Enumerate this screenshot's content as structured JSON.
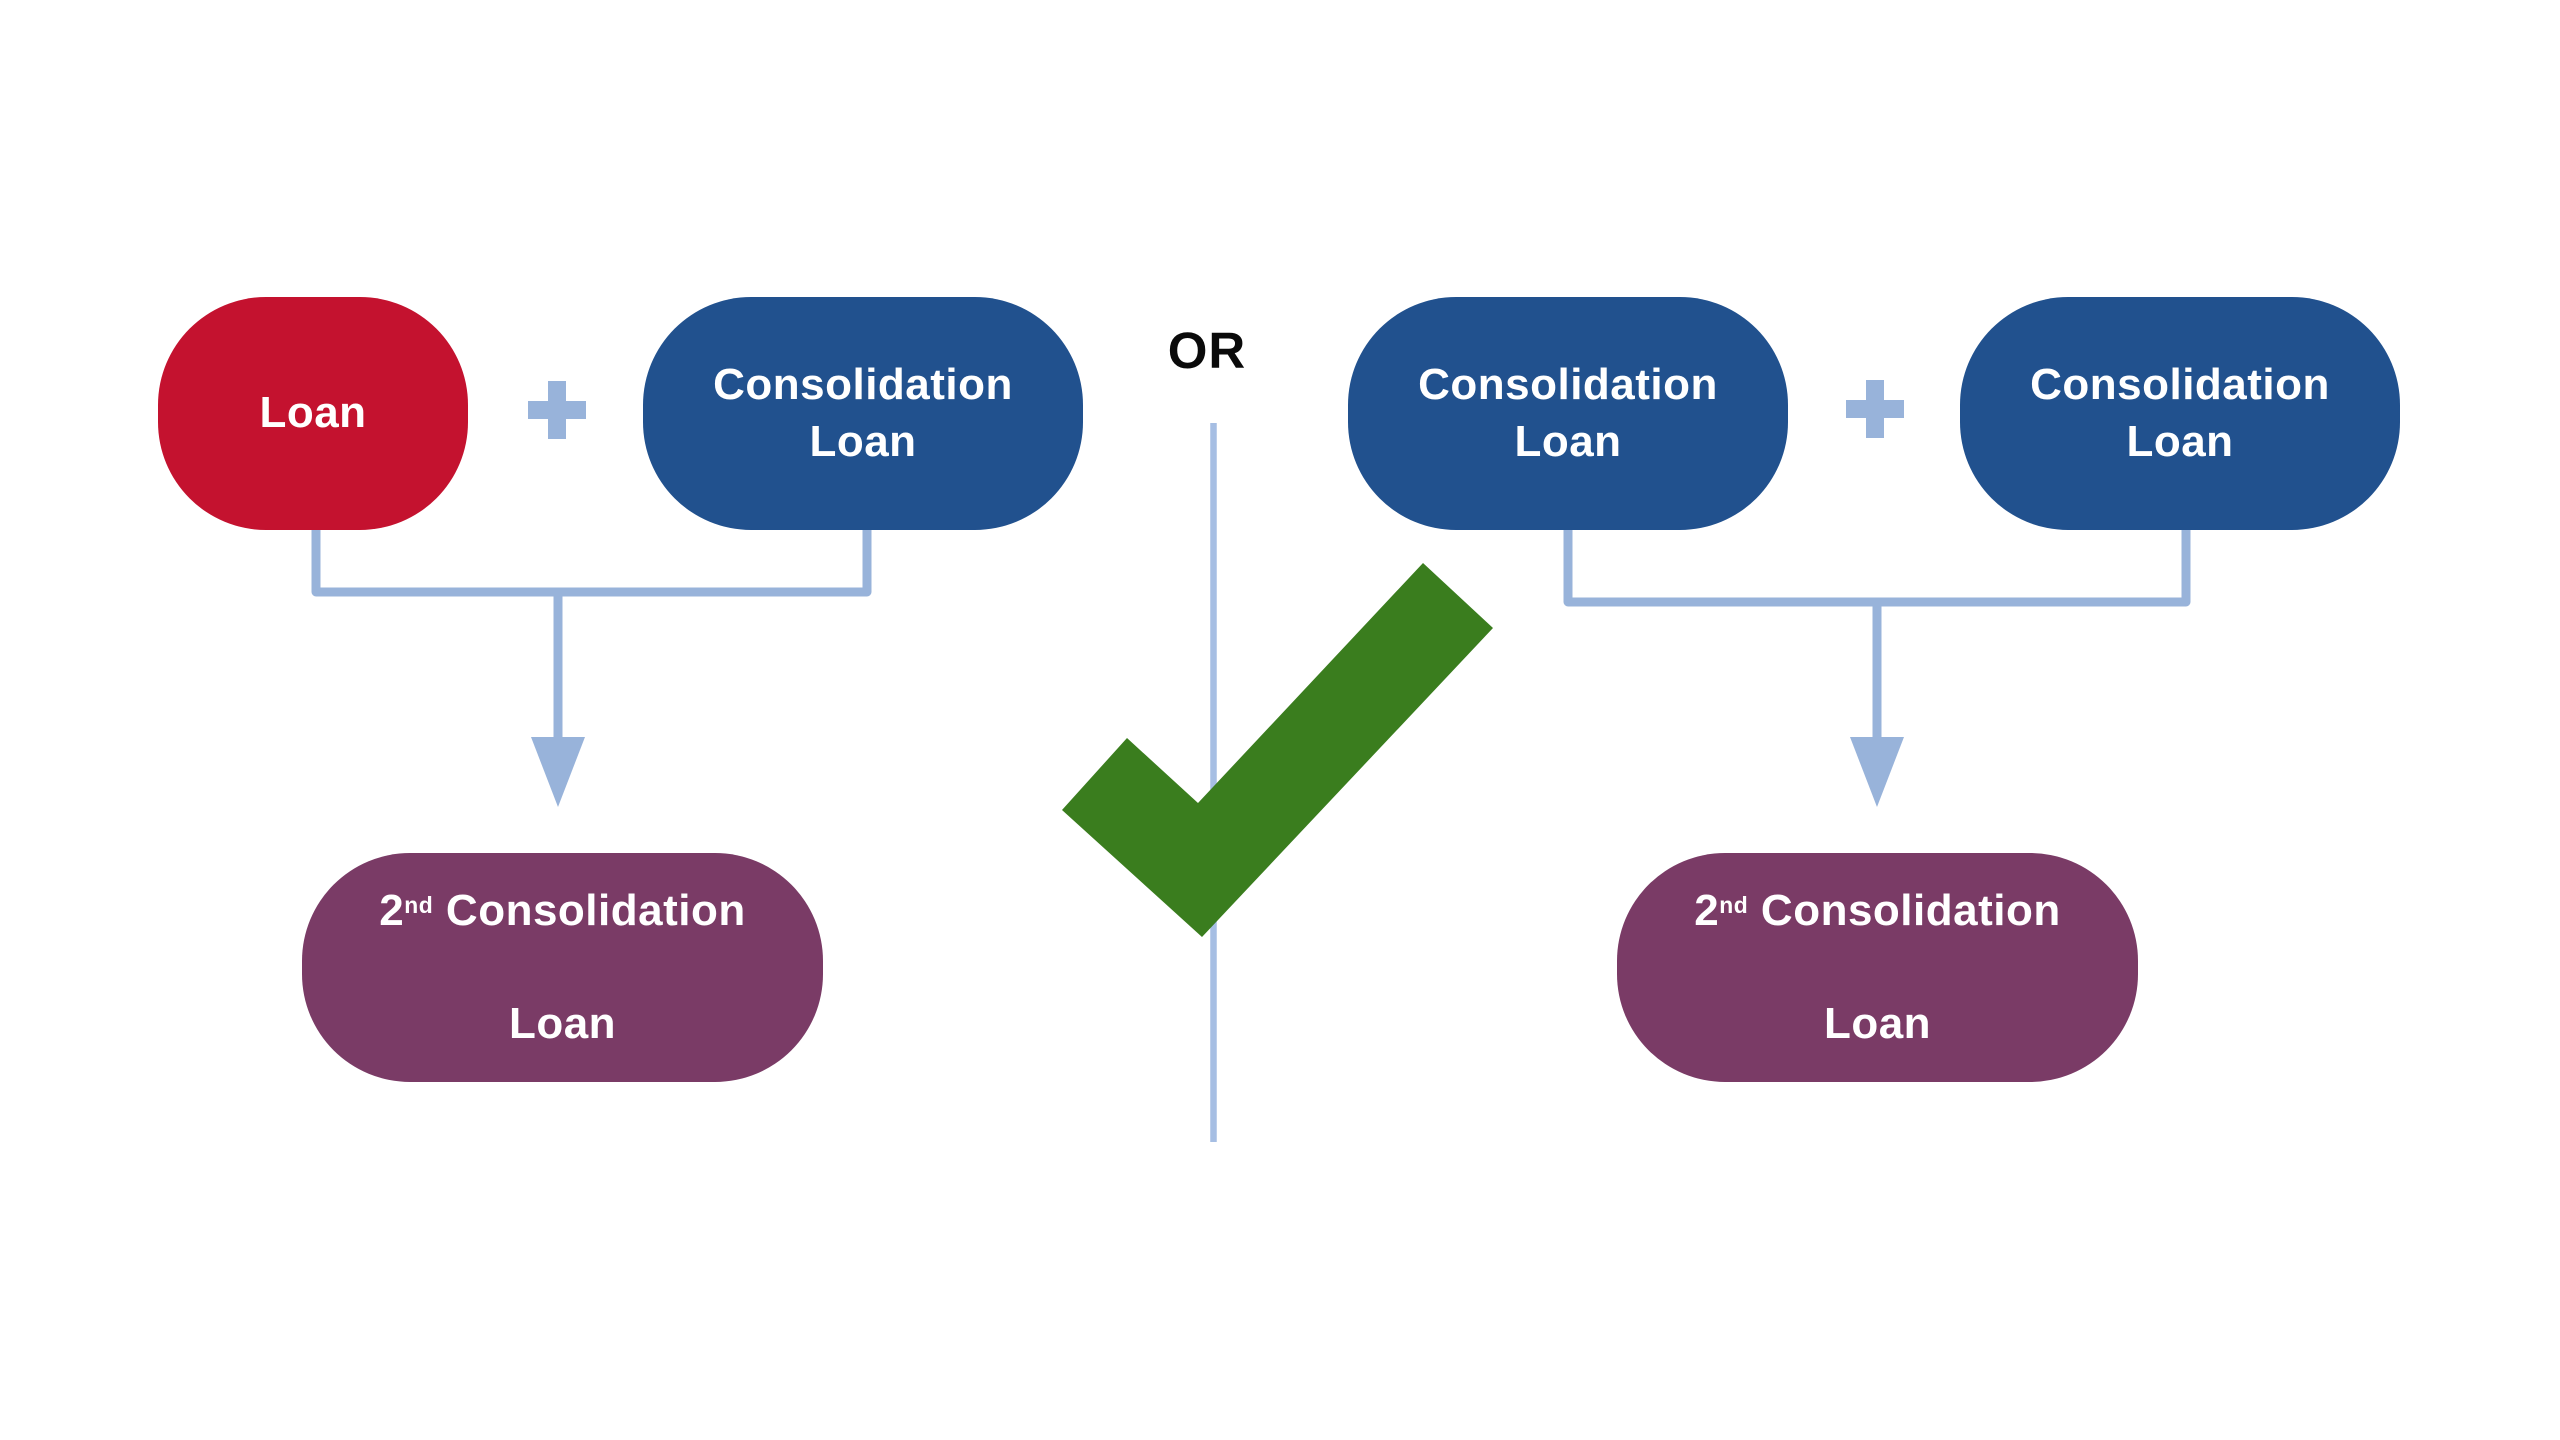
{
  "colors": {
    "background": "#FFFFFF",
    "loan_red": "#C4122F",
    "consolidation_blue": "#21518E",
    "second_consolidation_purple": "#7A3B66",
    "connector_blue": "#98B3DA",
    "divider_blue": "#A6BEE3",
    "check_green": "#3A7D1E",
    "or_text": "#0A0A0A",
    "pill_text": "#FFFFFF"
  },
  "center": {
    "or_label": "OR"
  },
  "left_group": {
    "loan_pill": "Loan",
    "consolidation_pill": "Consolidation\nLoan",
    "result_pill": {
      "number": "2",
      "ordinal_suffix": "nd",
      "text_after": " Consolidation",
      "second_line": "Loan"
    }
  },
  "right_group": {
    "consolidation_pill_1": "Consolidation\nLoan",
    "consolidation_pill_2": "Consolidation\nLoan",
    "result_pill": {
      "number": "2",
      "ordinal_suffix": "nd",
      "text_after": " Consolidation",
      "second_line": "Loan"
    }
  },
  "icons": {
    "plus_left": "plus-icon",
    "plus_right": "plus-icon",
    "arrow_left": "arrow-down-icon",
    "arrow_right": "arrow-down-icon",
    "checkmark": "checkmark-icon"
  }
}
